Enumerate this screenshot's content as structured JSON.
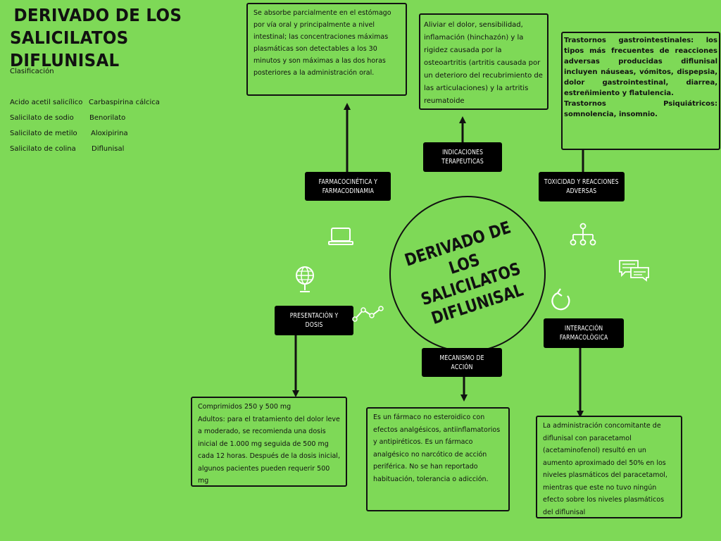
{
  "title": {
    "line1": "DERIVADO DE LOS",
    "line2": "SALICILATOS DIFLUNISAL"
  },
  "classification": {
    "heading": "Clasificación",
    "rows": [
      {
        "left": "Acido acetil salicílico",
        "right": "Carbaspirina cálcica"
      },
      {
        "left": "Salicilato de sodio",
        "right": "Benorilato"
      },
      {
        "left": "Salicilato de metilo",
        "right": "Aloxipirina"
      },
      {
        "left": "Salicilato de colina",
        "right": "Diflunisal"
      }
    ]
  },
  "center": {
    "line1": "DERIVADO DE LOS",
    "line2": "SALICILATOS",
    "line3": "DIFLUNISAL"
  },
  "nodes": {
    "farmacocinetica": {
      "label_line1": "FARMACOCINÉTICA Y",
      "label_line2": "FARMACODINAMIA",
      "text": "Se absorbe parcialmente en el estómago por vía oral y principalmente a nivel intestinal; las concentraciones máximas plasmáticas son detectables a los 30 minutos y son máximas a las dos horas posteriores a la administración oral."
    },
    "indicaciones": {
      "label_line1": "INDICACIONES",
      "label_line2": "TERAPEUTICAS",
      "text": "Aliviar el dolor, sensibilidad, inflamación (hinchazón) y la rigidez causada por la osteoartritis (artritis causada por un deterioro del recubrimiento de las articulaciones) y la artritis reumatoide"
    },
    "toxicidad": {
      "label_line1": "TOXICIDAD Y REACCIONES",
      "label_line2": "ADVERSAS",
      "text_p1": "Trastornos gastrointestinales: los tipos más frecuentes de reacciones adversas producidas diflunisal incluyen náuseas, vómitos, dispepsia, dolor gastrointestinal, diarrea, estreñimiento y flatulencia.",
      "text_p2": "Trastornos Psiquiátricos: somnolencia, insomnio."
    },
    "presentacion": {
      "label_line1": "PRESENTACIÓN Y",
      "label_line2": "DOSIS",
      "text_p1": "Comprimidos 250 y 500 mg",
      "text_p2": "Adultos: para el tratamiento del dolor leve a moderado, se recomienda una dosis inicial de 1.000 mg seguida de 500 mg cada 12 horas. Después de la dosis inicial, algunos pacientes pueden requerir 500 mg"
    },
    "mecanismo": {
      "label_line1": "MECANISMO DE",
      "label_line2": "ACCIÓN",
      "text": "Es un fármaco no esteroidico con efectos analgésicos, antiinflamatorios y antipiréticos. Es un fármaco analgésico no narcótico de acción periférica. No se han reportado habituación, tolerancia o adicción."
    },
    "interaccion": {
      "label_line1": "INTERACCIÓN",
      "label_line2": "FARMACOLÓGICA",
      "text": "La administración concomitante de diflunisal con paracetamol (acetaminofenol) resultó en un aumento aproximado del 50% en los niveles plasmáticos del paracetamol, mientras que este no tuvo ningún efecto sobre los niveles plasmáticos del diflunisal"
    }
  },
  "icons": [
    "laptop-icon",
    "globe-icon",
    "line-graph-icon",
    "hierarchy-icon",
    "chat-bubbles-icon",
    "refresh-icon"
  ],
  "colors": {
    "background": "#7ed957",
    "label_bg": "#000000",
    "label_text": "#ffffff",
    "line": "#111111"
  }
}
